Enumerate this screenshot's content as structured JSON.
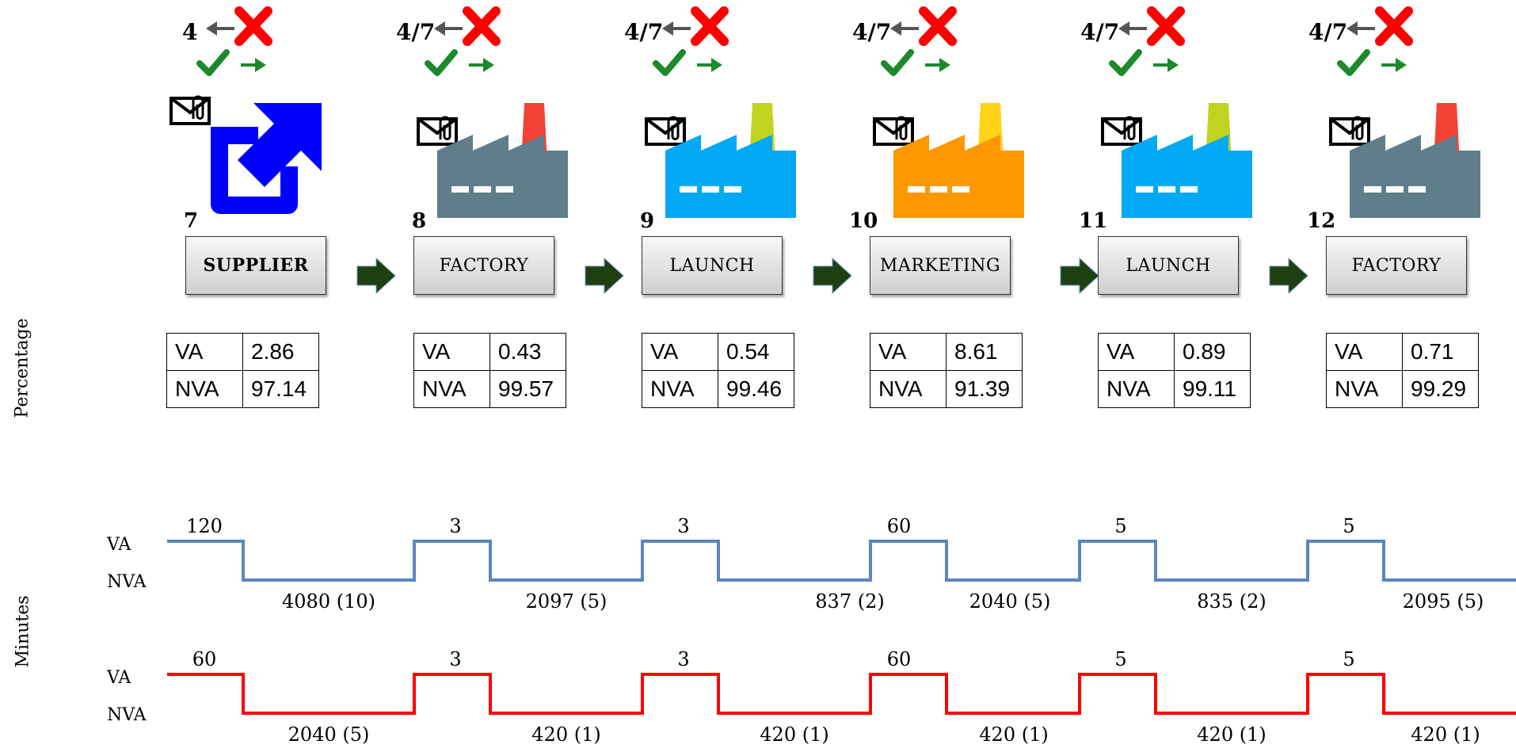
{
  "side_labels": {
    "top": "Percentage",
    "bottom": "Minutes"
  },
  "colors": {
    "blue_line": "#5b86be",
    "red_line": "#ff0000",
    "arrow": "#1e4010",
    "cross": "#ff0000",
    "check": "#1c8a2c",
    "back_arrow": "#555555"
  },
  "stages": [
    {
      "ratio": "4",
      "number": "7",
      "label": "SUPPLIER",
      "icon": "supplier-external-link-icon",
      "va": "2.86",
      "nva": "97.14"
    },
    {
      "ratio": "4/7",
      "number": "8",
      "label": "FACTORY",
      "icon": "factory-gray-icon",
      "va": "0.43",
      "nva": "99.57"
    },
    {
      "ratio": "4/7",
      "number": "9",
      "label": "LAUNCH",
      "icon": "factory-blue-icon",
      "va": "0.54",
      "nva": "99.46"
    },
    {
      "ratio": "4/7",
      "number": "10",
      "label": "MARKETING",
      "icon": "factory-orange-icon",
      "va": "8.61",
      "nva": "91.39"
    },
    {
      "ratio": "4/7",
      "number": "11",
      "label": "LAUNCH",
      "icon": "factory-blue-icon",
      "va": "0.89",
      "nva": "99.11"
    },
    {
      "ratio": "4/7",
      "number": "12",
      "label": "FACTORY",
      "icon": "factory-gray-icon",
      "va": "0.71",
      "nva": "99.29"
    }
  ],
  "table_labels": {
    "va": "VA",
    "nva": "NVA"
  },
  "timelines": {
    "va_label": "VA",
    "nva_label": "NVA",
    "blue": {
      "va_values": [
        "120",
        "3",
        "3",
        "60",
        "5",
        "5"
      ],
      "nva_values": [
        "4080 (10)",
        "2097 (5)",
        "837 (2)",
        "2040 (5)",
        "835 (2)",
        "2095 (5)"
      ]
    },
    "red": {
      "va_values": [
        "60",
        "3",
        "3",
        "60",
        "5",
        "5"
      ],
      "nva_values": [
        "2040 (5)",
        "420 (1)",
        "420 (1)",
        "420 (1)",
        "420 (1)",
        "420 (1)"
      ]
    }
  }
}
